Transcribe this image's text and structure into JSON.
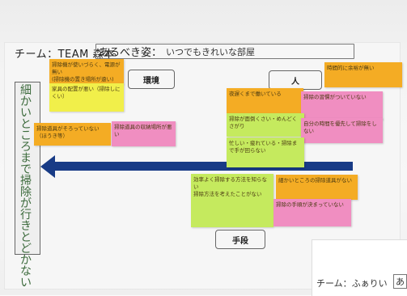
{
  "header": {
    "team_label": "チーム：TEAM 森本",
    "ideal_label": "あるべき姿：",
    "ideal_value": "いつでもきれいな部屋"
  },
  "left_panel": {
    "text": "細かいところまで掃除が行きとどかない"
  },
  "sections": {
    "environment": "環境",
    "people": "人",
    "means": "手段"
  },
  "notes": {
    "env1": "掃除機が使いづらく、電源が無い",
    "env2": "(掃除機の置き場所が遠い)",
    "env3": "家具の配置が悪い（掃除しにくい）",
    "env4": "掃除道具がそろっていない（ほうき等）",
    "env5": "掃除道具の収納場所が悪い",
    "people1": "時間的に余裕が無い",
    "people2": "夜遅くまで働いている",
    "people3": "掃除の習慣がついていない",
    "people4": "掃除が面倒くさい・めんどくさがり",
    "people5": "自分の時間を優先して掃除をしない",
    "people6": "忙しい・疲れている・掃除まで手が回らない",
    "means1": "効率よく掃除する方法を知らない",
    "means2": "掃除方法を考えたことがない",
    "means3": "細かいところの掃除道具がない",
    "means4": "掃除の手順が決まっていない"
  },
  "bottom_card": {
    "team_label": "チーム：ふぁりい",
    "box_text": "あ"
  }
}
